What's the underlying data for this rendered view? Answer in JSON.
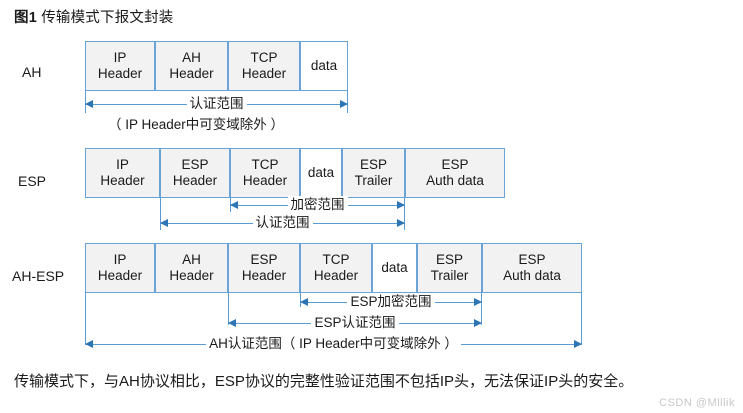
{
  "figure": {
    "caption_prefix": "图1",
    "caption_text": "传输模式下报文封装"
  },
  "rows": [
    {
      "label": "AH",
      "fields": [
        {
          "name": "ip-header",
          "text": "IP\nHeader",
          "shaded": true
        },
        {
          "name": "ah-header",
          "text": "AH\nHeader",
          "shaded": true
        },
        {
          "name": "tcp-header",
          "text": "TCP\nHeader",
          "shaded": true
        },
        {
          "name": "data",
          "text": "data",
          "shaded": false
        }
      ],
      "ranges": [
        {
          "name": "auth-range",
          "label": "认证范围"
        }
      ],
      "note": "（ IP Header中可变域除外 ）"
    },
    {
      "label": "ESP",
      "fields": [
        {
          "name": "ip-header",
          "text": "IP\nHeader",
          "shaded": true
        },
        {
          "name": "esp-header",
          "text": "ESP\nHeader",
          "shaded": true
        },
        {
          "name": "tcp-header",
          "text": "TCP\nHeader",
          "shaded": true
        },
        {
          "name": "data",
          "text": "data",
          "shaded": false
        },
        {
          "name": "esp-trailer",
          "text": "ESP\nTrailer",
          "shaded": true
        },
        {
          "name": "esp-auth-data",
          "text": "ESP\nAuth data",
          "shaded": true
        }
      ],
      "ranges": [
        {
          "name": "encrypt-range",
          "label": "加密范围"
        },
        {
          "name": "auth-range",
          "label": "认证范围"
        }
      ]
    },
    {
      "label": "AH-ESP",
      "fields": [
        {
          "name": "ip-header",
          "text": "IP\nHeader",
          "shaded": true
        },
        {
          "name": "ah-header",
          "text": "AH\nHeader",
          "shaded": true
        },
        {
          "name": "esp-header",
          "text": "ESP\nHeader",
          "shaded": true
        },
        {
          "name": "tcp-header",
          "text": "TCP\nHeader",
          "shaded": true
        },
        {
          "name": "data",
          "text": "data",
          "shaded": false
        },
        {
          "name": "esp-trailer",
          "text": "ESP\nTrailer",
          "shaded": true
        },
        {
          "name": "esp-auth-data",
          "text": "ESP\nAuth data",
          "shaded": true
        }
      ],
      "ranges": [
        {
          "name": "esp-encrypt-range",
          "label": "ESP加密范围"
        },
        {
          "name": "esp-auth-range",
          "label": "ESP认证范围"
        },
        {
          "name": "ah-auth-range",
          "label": "AH认证范围（ IP Header中可变域除外 ）"
        }
      ]
    }
  ],
  "body_text": "传输模式下，与AH协议相比，ESP协议的完整性验证范围不包括IP头，无法保证IP头的安全。",
  "watermark": "CSDN @Mlllik",
  "colors": {
    "box_border": "#6aa3d5",
    "box_fill": "#f2f2f2",
    "arrow": "#5b9bd5",
    "arrow_head": "#2e75b6",
    "text": "#1a1a1a"
  }
}
